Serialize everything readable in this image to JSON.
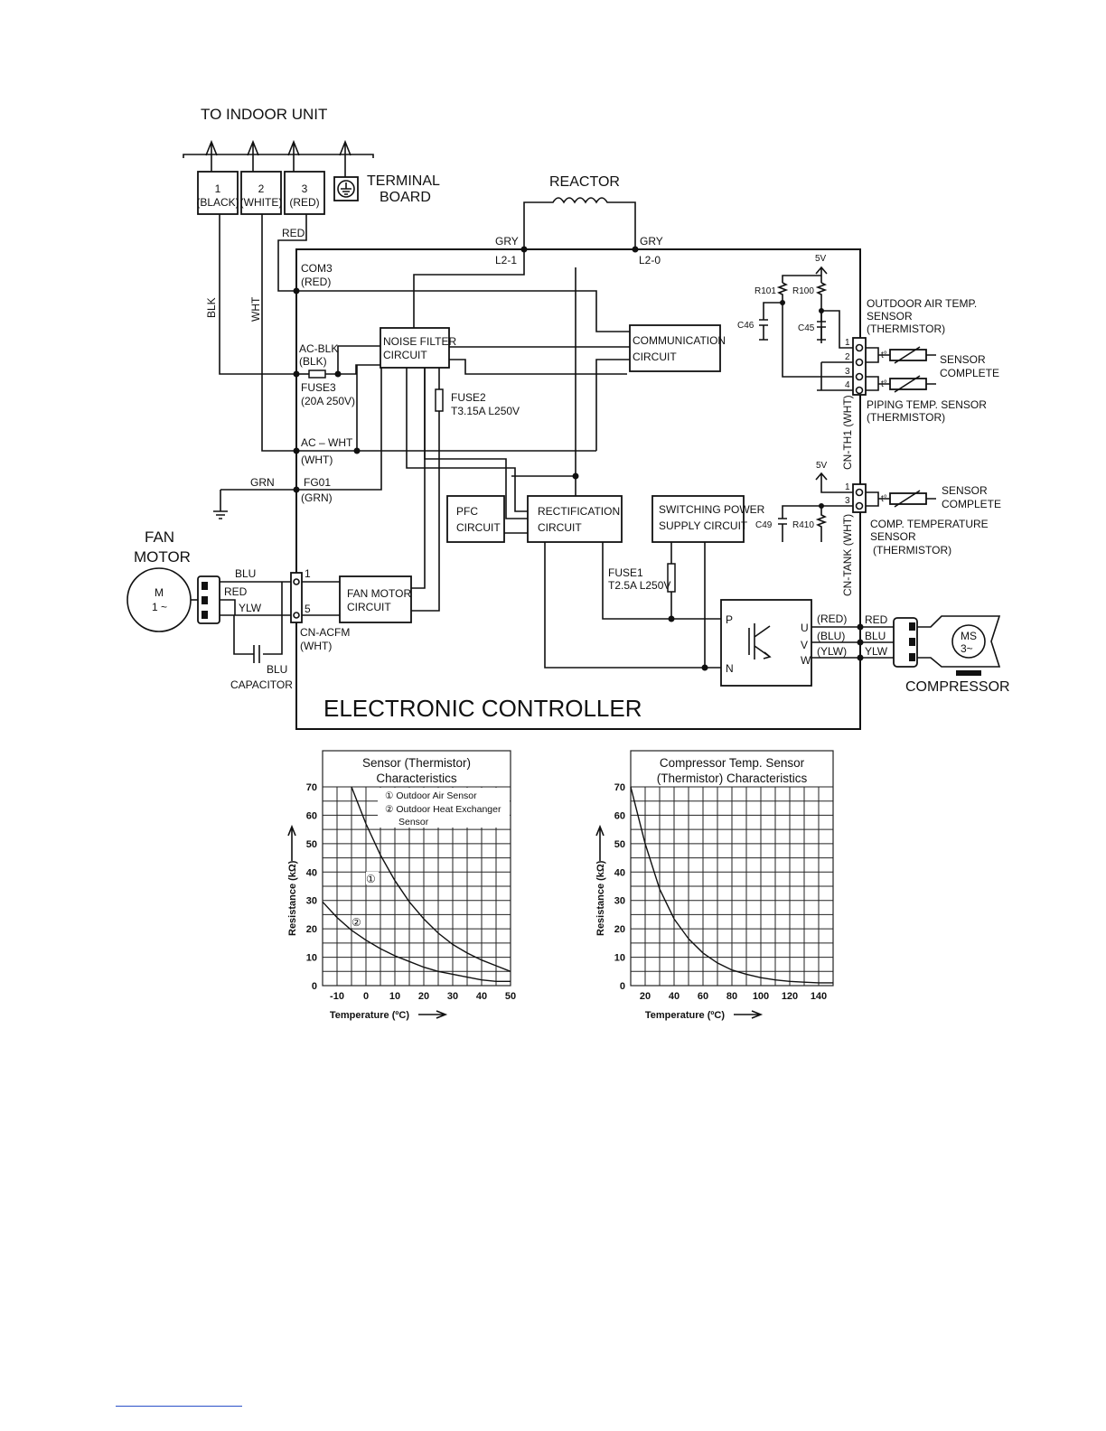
{
  "labels": {
    "to_indoor": "TO INDOOR UNIT",
    "terminal_board": [
      "TERMINAL",
      "BOARD"
    ],
    "terminals": [
      {
        "num": "1",
        "color": "(BLACK)"
      },
      {
        "num": "2",
        "color": "(WHITE)"
      },
      {
        "num": "3",
        "color": "(RED)"
      }
    ],
    "reactor": "REACTOR",
    "gry_left": "GRY",
    "gry_right": "GRY",
    "l2_1": "L2-1",
    "l2_0": "L2-0",
    "red_wire": "RED",
    "com3": [
      "COM3",
      "(RED)"
    ],
    "blk": "BLK",
    "wht": "WHT",
    "ac_blk": [
      "AC-BLK",
      "(BLK)"
    ],
    "fuse3": [
      "FUSE3",
      "(20A 250V)"
    ],
    "fuse2": [
      "FUSE2",
      "T3.15A L250V"
    ],
    "noise_filter": [
      "NOISE FILTER",
      "CIRCUIT"
    ],
    "communication": [
      "COMMUNICATION",
      "CIRCUIT"
    ],
    "ac_wht": [
      "AC – WHT",
      "(WHT)"
    ],
    "grn": "GRN",
    "fg01": [
      "FG01",
      "(GRN)"
    ],
    "pfc": [
      "PFC",
      "CIRCUIT"
    ],
    "rectification": [
      "RECTIFICATION",
      "CIRCUIT"
    ],
    "switching": [
      "SWITCHING POWER",
      "SUPPLY CIRCUIT"
    ],
    "fan_motor_title": [
      "FAN",
      "MOTOR"
    ],
    "motor_symbol": [
      "M",
      "1 ~"
    ],
    "fan_wires": [
      "BLU",
      "RED",
      "YLW"
    ],
    "pin1": "1",
    "pin5": "5",
    "cn_acfm": [
      "CN-ACFM",
      "(WHT)"
    ],
    "fan_motor_circuit": [
      "FAN MOTOR",
      "CIRCUIT"
    ],
    "capacitor": [
      "BLU",
      "CAPACITOR"
    ],
    "fuse1": [
      "FUSE1",
      "T2.5A  L250V"
    ],
    "inverter_pins": [
      "P",
      "N",
      "U",
      "V",
      "W"
    ],
    "uvw_colors": [
      "(RED)",
      "(BLU)",
      "(YLW)"
    ],
    "comp_wires": [
      "RED",
      "BLU",
      "YLW"
    ],
    "compressor_symbol": [
      "MS",
      "3~"
    ],
    "compressor": "COMPRESSOR",
    "controller": "ELECTRONIC CONTROLLER",
    "v5_top": "5V",
    "v5_bottom": "5V",
    "r101": "R101",
    "r100": "R100",
    "c46": "C46",
    "c45": "C45",
    "c49": "C49",
    "r410": "R410",
    "t_deg": "t°",
    "cn_th1_pins": [
      "1",
      "2",
      "3",
      "4"
    ],
    "cn_tank_pins": [
      "1",
      "3"
    ],
    "outdoor_air": [
      "OUTDOOR AIR TEMP.",
      "SENSOR",
      "(THERMISTOR)"
    ],
    "sensor_complete_1": [
      "SENSOR",
      "COMPLETE"
    ],
    "piping": [
      "PIPING TEMP. SENSOR",
      "(THERMISTOR)"
    ],
    "cn_th1": "CN-TH1 (WHT)",
    "cn_tank": "CN-TANK (WHT)",
    "sensor_complete_2": [
      "SENSOR",
      "COMPLETE"
    ],
    "comp_temp": [
      "COMP. TEMPERATURE",
      "SENSOR",
      "(THERMISTOR)"
    ]
  },
  "chart_data": [
    {
      "type": "line",
      "title": "Sensor (Thermistor) Characteristics",
      "xlabel": "Temperature (ºC)",
      "ylabel": "Resistance (kΩ)",
      "xlim": [
        -15,
        50
      ],
      "ylim": [
        0,
        70
      ],
      "x_ticks": [
        "-10",
        "0",
        "10",
        "20",
        "30",
        "40",
        "50"
      ],
      "y_ticks": [
        "0",
        "10",
        "20",
        "30",
        "40",
        "50",
        "60",
        "70"
      ],
      "grid": true,
      "legend": [
        "① Outdoor Air Sensor",
        "② Outdoor Heat Exchanger",
        "Sensor"
      ],
      "curve_marks": [
        "①",
        "②"
      ],
      "series": [
        {
          "name": "① Outdoor Air Sensor",
          "x": [
            -5,
            0,
            5,
            10,
            15,
            20,
            25,
            30,
            35,
            40,
            45,
            50
          ],
          "y": [
            70,
            57,
            46,
            37,
            29.5,
            23.5,
            18.5,
            14.5,
            11.5,
            9,
            7,
            5
          ]
        },
        {
          "name": "② Outdoor Heat Exchanger Sensor",
          "x": [
            -15,
            -10,
            -5,
            0,
            5,
            10,
            15,
            20,
            25,
            30,
            35,
            40,
            45,
            50
          ],
          "y": [
            29.5,
            24,
            19.5,
            16,
            13,
            10.5,
            8.5,
            6.5,
            5,
            4,
            3,
            2,
            1.5,
            1.5
          ]
        }
      ]
    },
    {
      "type": "line",
      "title": "Compressor Temp. Sensor (Thermistor) Characteristics",
      "xlabel": "Temperature (ºC)",
      "ylabel": "Resistance (kΩ)",
      "xlim": [
        10,
        150
      ],
      "ylim": [
        0,
        70
      ],
      "x_ticks": [
        "20",
        "40",
        "60",
        "80",
        "100",
        "120",
        "140"
      ],
      "y_ticks": [
        "0",
        "10",
        "20",
        "30",
        "40",
        "50",
        "60",
        "70"
      ],
      "grid": true,
      "series": [
        {
          "name": "Compressor Temp. Sensor",
          "x": [
            10,
            20,
            30,
            40,
            50,
            60,
            70,
            80,
            90,
            100,
            110,
            120,
            130,
            140,
            150
          ],
          "y": [
            70,
            50,
            34,
            23.5,
            16.5,
            11.5,
            8,
            5.5,
            4,
            2.8,
            2,
            1.5,
            1.2,
            1,
            1
          ]
        }
      ]
    }
  ]
}
